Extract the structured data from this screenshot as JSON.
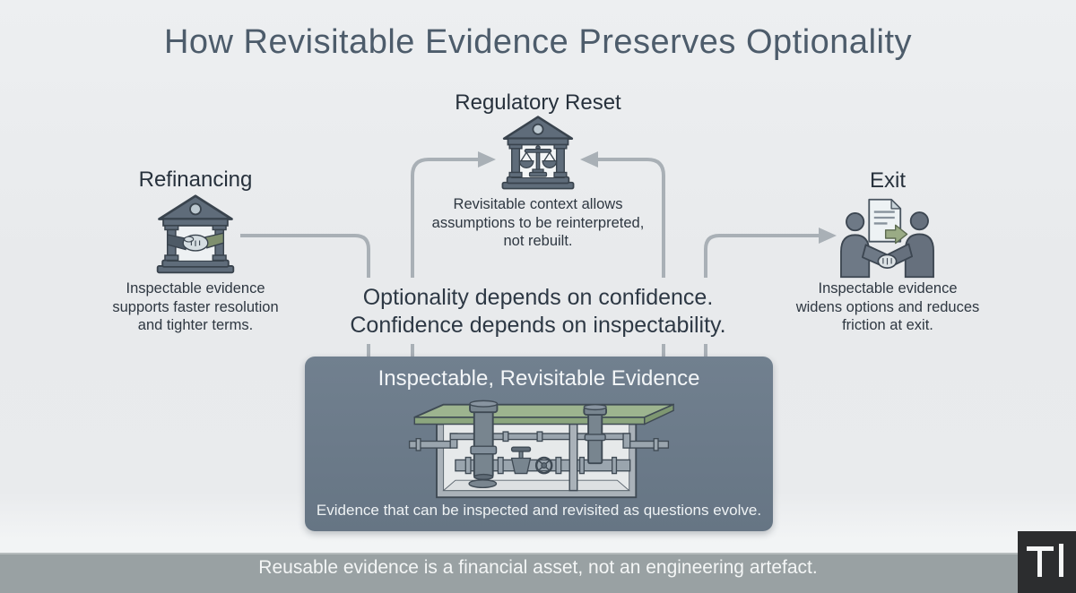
{
  "title": "How Revisitable Evidence Preserves Optionality",
  "scenarios": {
    "regulatory_reset": {
      "title": "Regulatory Reset",
      "icon": "bank-scales-icon",
      "caption": "Revisitable context allows\nassumptions to be reinterpreted,\nnot rebuilt."
    },
    "refinancing": {
      "title": "Refinancing",
      "icon": "bank-handshake-icon",
      "caption": "Inspectable evidence\nsupports faster resolution\nand tighter terms."
    },
    "exit": {
      "title": "Exit",
      "icon": "handshake-document-icon",
      "caption": "Inspectable evidence\nwidens options and reduces\nfriction at exit."
    }
  },
  "statement": "Optionality depends on confidence.\nConfidence depends on inspectability.",
  "evidence_box": {
    "title": "Inspectable, Revisitable Evidence",
    "illustration": "underground-utility-vault",
    "caption": "Evidence that can be inspected and revisited as questions evolve.",
    "bg_color": "#6b7a8a"
  },
  "footer": {
    "quote": "Reusable evidence is a financial asset, not an engineering artefact.",
    "bar_color": "#99a1a3",
    "logo_text": "TI",
    "logo_bg_color": "#2c2d2f"
  },
  "colors": {
    "background": "#e9ebed",
    "title_text": "#4d5c6b",
    "body_text": "#2e3741",
    "connector": "#a9b0b6",
    "slab_green": "#9db48f",
    "building": "#5f6c7a",
    "sleeve_green": "#7f8f6e"
  }
}
